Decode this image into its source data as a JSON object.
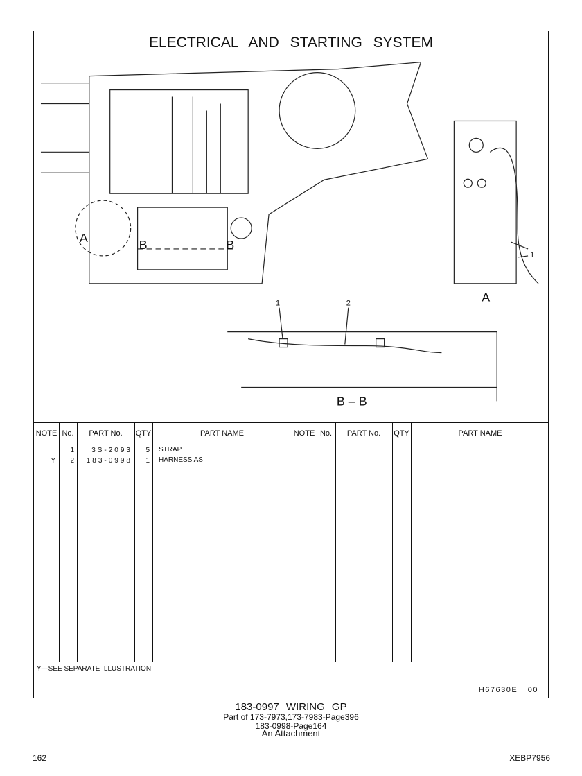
{
  "title": "ELECTRICAL AND STARTING SYSTEM",
  "illustration": {
    "view_a": "A",
    "view_b": "B",
    "section": "B – B",
    "callout_1": "1",
    "callout_2": "2"
  },
  "table": {
    "headers": [
      "NOTE",
      "No.",
      "PART No.",
      "QTY",
      "PART NAME",
      "NOTE",
      "No.",
      "PART No.",
      "QTY",
      "PART NAME"
    ],
    "rows": [
      {
        "note": "",
        "no": "1",
        "part_no": "3S-2093",
        "qty": "5",
        "name": "STRAP"
      },
      {
        "note": "Y",
        "no": "2",
        "part_no": "183-0998",
        "qty": "1",
        "name": "HARNESS AS"
      }
    ]
  },
  "footnote": "Y—SEE SEPARATE ILLUSTRATION",
  "illustration_code": "H67630E 00",
  "caption": {
    "title": "183-0997 WIRING GP",
    "line1": "Part of 173-7973,173-7983-Page396",
    "line2": "183-0998-Page164",
    "line3": "An Attachment"
  },
  "page_number": "162",
  "doc_id": "XEBP7956"
}
